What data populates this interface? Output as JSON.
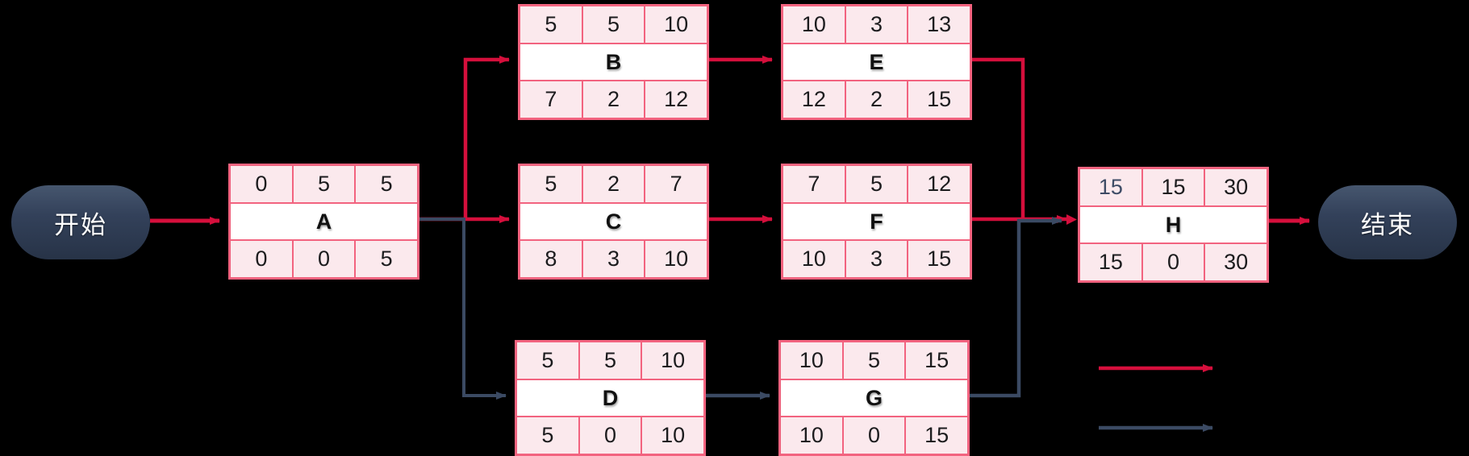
{
  "terminals": {
    "start_label": "开始",
    "end_label": "结束"
  },
  "nodes": [
    {
      "id": "A",
      "label": "A",
      "es": "0",
      "duration": "5",
      "ef": "5",
      "ls": "0",
      "slack": "0",
      "lf": "5"
    },
    {
      "id": "B",
      "label": "B",
      "es": "5",
      "duration": "5",
      "ef": "10",
      "ls": "7",
      "slack": "2",
      "lf": "12"
    },
    {
      "id": "C",
      "label": "C",
      "es": "5",
      "duration": "2",
      "ef": "7",
      "ls": "8",
      "slack": "3",
      "lf": "10"
    },
    {
      "id": "D",
      "label": "D",
      "es": "5",
      "duration": "5",
      "ef": "10",
      "ls": "5",
      "slack": "0",
      "lf": "10"
    },
    {
      "id": "E",
      "label": "E",
      "es": "10",
      "duration": "3",
      "ef": "13",
      "ls": "12",
      "slack": "2",
      "lf": "15"
    },
    {
      "id": "F",
      "label": "F",
      "es": "7",
      "duration": "5",
      "ef": "12",
      "ls": "10",
      "slack": "3",
      "lf": "15"
    },
    {
      "id": "G",
      "label": "G",
      "es": "10",
      "duration": "5",
      "ef": "15",
      "ls": "10",
      "slack": "0",
      "lf": "15"
    },
    {
      "id": "H",
      "label": "H",
      "es": "15",
      "duration": "15",
      "ef": "30",
      "ls": "15",
      "slack": "0",
      "lf": "30"
    }
  ],
  "legend": {
    "items": [
      {
        "name": "critical-path-arrow",
        "color": "#d50f3c"
      },
      {
        "name": "non-critical-path-arrow",
        "color": "#3b4a63"
      }
    ]
  },
  "colors": {
    "background": "#000000",
    "critical_arrow": "#d50f3c",
    "noncritical_arrow": "#3b4a63",
    "node_border": "#f2637f",
    "node_cell_fill": "#fbe9ed",
    "node_name_fill": "#ffffff",
    "terminal_fill": "#33415a",
    "highlighted_es_text": "#3e4c66"
  }
}
